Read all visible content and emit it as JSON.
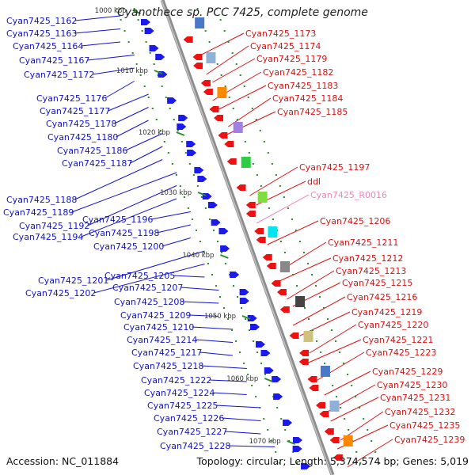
{
  "title": "Cyanothece sp. PCC 7425, complete genome",
  "accession": "Accession: NC_011884",
  "topology": "Topology: circular; Length: 5,374,574 bp; Genes: 5,019",
  "colors": {
    "backbone": "#8c8c8c",
    "left_label": "#1111cc",
    "right_label": "#dd1111",
    "rna_label": "#ee88bb",
    "tick": "#2a8c2a",
    "forward_gene": "#1a1aee",
    "reverse_gene": "#ee1111"
  },
  "scale_ticks": [
    "1000 kbp",
    "1010 kbp",
    "1020 kbp",
    "1030 kbp",
    "1040 kbp",
    "1050 kbp",
    "1060 kbp",
    "1070 kbp"
  ],
  "left_labels": [
    "Cyan7425_1162",
    "Cyan7425_1163",
    "Cyan7425_1164",
    "Cyan7425_1167",
    "Cyan7425_1172",
    "Cyan7425_1176",
    "Cyan7425_1177",
    "Cyan7425_1178",
    "Cyan7425_1180",
    "Cyan7425_1186",
    "Cyan7425_1187",
    "Cyan7425_1188",
    "Cyan7425_1189",
    "Cyan7425_1192",
    "Cyan7425_1194",
    "Cyan7425_1196",
    "Cyan7425_1198",
    "Cyan7425_1200",
    "Cyan7425_1201",
    "Cyan7425_1202",
    "Cyan7425_1205",
    "Cyan7425_1207",
    "Cyan7425_1208",
    "Cyan7425_1209",
    "Cyan7425_1210",
    "Cyan7425_1214",
    "Cyan7425_1217",
    "Cyan7425_1218",
    "Cyan7425_1222",
    "Cyan7425_1224",
    "Cyan7425_1225",
    "Cyan7425_1226",
    "Cyan7425_1227",
    "Cyan7425_1228"
  ],
  "right_labels": [
    "Cyan7425_1173",
    "Cyan7425_1174",
    "Cyan7425_1179",
    "Cyan7425_1182",
    "Cyan7425_1183",
    "Cyan7425_1184",
    "Cyan7425_1185",
    "Cyan7425_1197",
    "ddl",
    "Cyan7425_R0016",
    "Cyan7425_1206",
    "Cyan7425_1211",
    "Cyan7425_1212",
    "Cyan7425_1213",
    "Cyan7425_1215",
    "Cyan7425_1216",
    "Cyan7425_1219",
    "Cyan7425_1220",
    "Cyan7425_1221",
    "Cyan7425_1223",
    "Cyan7425_1229",
    "Cyan7425_1230",
    "Cyan7425_1231",
    "Cyan7425_1232",
    "Cyan7425_1235",
    "Cyan7425_1239"
  ]
}
